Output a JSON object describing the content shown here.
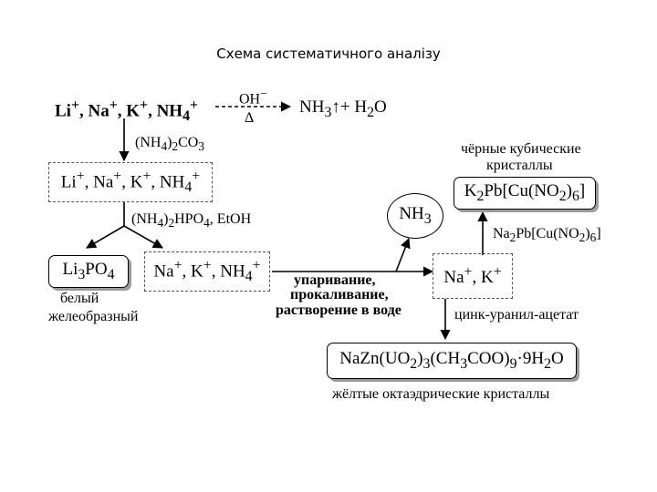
{
  "title": "Схема систематичного аналізу",
  "top": {
    "ions_html": "Li<sup>+</sup>, Na<sup>+</sup>, K<sup>+</sup>, NH<sub>4</sub><sup>+</sup>",
    "reagent_html": "OH<sup>−</sup>",
    "heat": "Δ",
    "products_html": "NH<sub>3</sub>↑+ H<sub>2</sub>O"
  },
  "step1_reagent_html": "(NH<sub>4</sub>)<sub>2</sub>CO<sub>3</sub>",
  "box_all_ions_html": "Li<sup>+</sup>, Na<sup>+</sup>, K<sup>+</sup>, NH<sub>4</sub><sup>+</sup>",
  "step2_reagent_html": "(NH<sub>4</sub>)<sub>2</sub>HPO<sub>4</sub>, EtOH",
  "box_li3po4_html": "Li<sub>3</sub>PO<sub>4</sub>",
  "li3po4_note": [
    "белый",
    "желеобразный"
  ],
  "box_na_k_nh4_html": "Na<sup>+</sup>, K<sup>+</sup>, NH<sub>4</sub><sup>+</sup>",
  "middle_steps": [
    "упаривание,",
    "прокаливание,",
    "растворение в воде"
  ],
  "circle_nh3_html": "NH<sub>3</sub>",
  "box_na_k_html": "Na<sup>+</sup>, K<sup>+</sup>",
  "k_reagent_html": "Na<sub>2</sub>Pb[Cu(NO<sub>2</sub>)<sub>6</sub>]",
  "k_crystals_note": [
    "чёрные кубические",
    "кристаллы"
  ],
  "box_k_product_html": "K<sub>2</sub>Pb[Cu(NO<sub>2</sub>)<sub>6</sub>]",
  "na_reagent": "цинк-уранил-ацетат",
  "box_na_product_html": "NaZn(UO<sub>2</sub>)<sub>3</sub>(CH<sub>3</sub>COO)<sub>9</sub>·9H<sub>2</sub>O",
  "na_crystals_note": "жёлтые октаэдрические кристаллы"
}
